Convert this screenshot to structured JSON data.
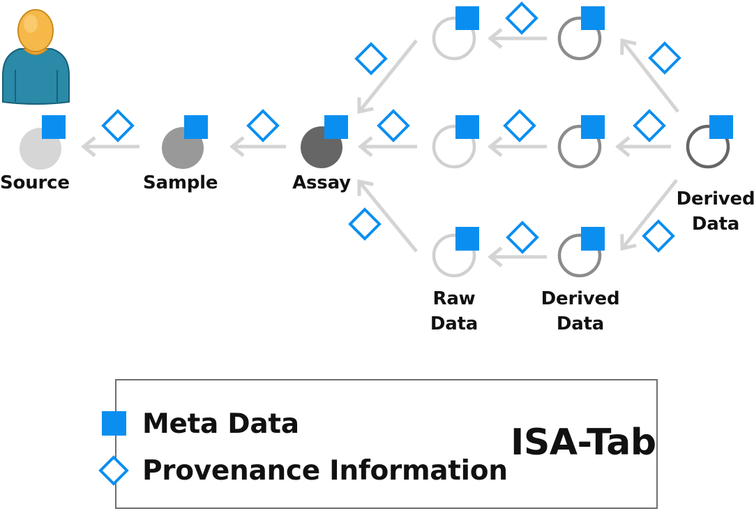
{
  "diagram": {
    "colors": {
      "metadata": "#0a8ff0",
      "provenance": "#0a8ff0",
      "arrow": "#d4d4d4",
      "source_node": "#d6d6d6",
      "sample_node": "#999999",
      "assay_node": "#666666",
      "raw_data_ring": "#d0d0d0",
      "derived_ring_mid": "#8c8c8c",
      "derived_ring_dark": "#666666",
      "user_skin": "#f7b84a",
      "user_shirt": "#2a8aa8"
    },
    "labels": {
      "source": "Source",
      "sample": "Sample",
      "assay": "Assay",
      "raw_data_line1": "Raw",
      "raw_data_line2": "Data",
      "derived_bottom_line1": "Derived",
      "derived_bottom_line2": "Data",
      "derived_right_line1": "Derived",
      "derived_right_line2": "Data"
    },
    "icons": {
      "user": "user-icon",
      "metadata": "metadata-square-icon",
      "provenance": "provenance-diamond-icon"
    }
  },
  "legend": {
    "metadata_label": "Meta Data",
    "provenance_label": "Provenance Information",
    "title": "ISA-Tab"
  }
}
